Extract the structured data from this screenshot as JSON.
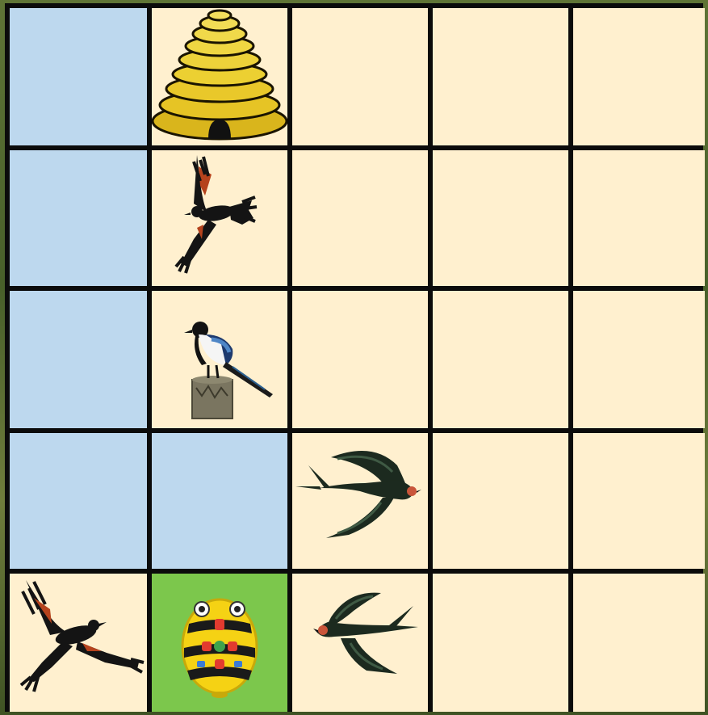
{
  "board": {
    "rows": 5,
    "cols": 5,
    "colors": {
      "cream": "#fff0cf",
      "path_blue": "#bdd8ee",
      "start_green": "#7cc74c",
      "grid_line": "#0b0b0b"
    },
    "cells": [
      [
        "blue",
        "cream",
        "cream",
        "cream",
        "cream"
      ],
      [
        "blue",
        "cream",
        "cream",
        "cream",
        "cream"
      ],
      [
        "blue",
        "cream",
        "cream",
        "cream",
        "cream"
      ],
      [
        "blue",
        "blue",
        "cream",
        "cream",
        "cream"
      ],
      [
        "cream",
        "green",
        "cream",
        "cream",
        "cream"
      ]
    ],
    "pieces": [
      {
        "row": 0,
        "col": 1,
        "icon": "beehive-icon"
      },
      {
        "row": 1,
        "col": 1,
        "icon": "blackbird-flying-icon"
      },
      {
        "row": 2,
        "col": 1,
        "icon": "magpie-on-post-icon"
      },
      {
        "row": 3,
        "col": 2,
        "icon": "swallow-icon"
      },
      {
        "row": 4,
        "col": 0,
        "icon": "blackbird-flying-icon"
      },
      {
        "row": 4,
        "col": 1,
        "icon": "bee-bot-icon"
      },
      {
        "row": 4,
        "col": 2,
        "icon": "swallow-icon"
      }
    ]
  }
}
